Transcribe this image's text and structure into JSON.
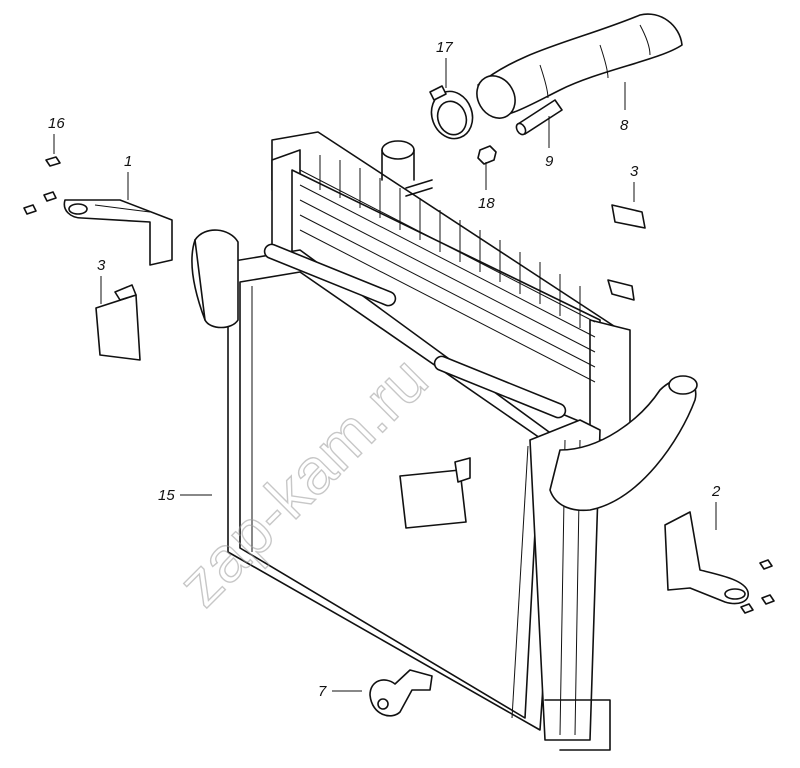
{
  "watermark": "zap-kam.ru",
  "callouts": [
    {
      "id": "c1",
      "text": "1"
    },
    {
      "id": "c2",
      "text": "2"
    },
    {
      "id": "c3a",
      "text": "3"
    },
    {
      "id": "c3b",
      "text": "3"
    },
    {
      "id": "c7",
      "text": "7"
    },
    {
      "id": "c8",
      "text": "8"
    },
    {
      "id": "c9",
      "text": "9"
    },
    {
      "id": "c15",
      "text": "15"
    },
    {
      "id": "c16",
      "text": "16"
    },
    {
      "id": "c17",
      "text": "17"
    },
    {
      "id": "c18",
      "text": "18"
    }
  ]
}
